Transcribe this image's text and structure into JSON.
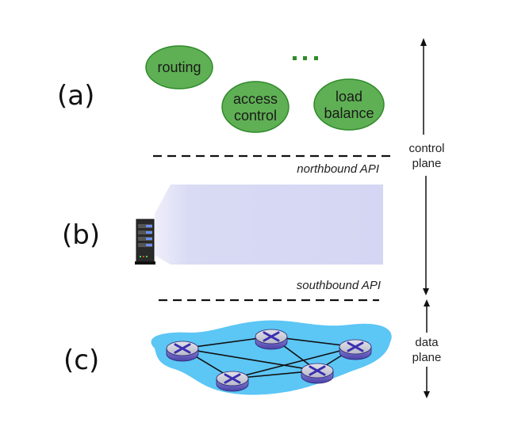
{
  "labels": {
    "a": "(a)",
    "b": "(b)",
    "c": "(c)"
  },
  "apps": [
    {
      "name": "routing",
      "lines": [
        "routing"
      ]
    },
    {
      "name": "access-control",
      "lines": [
        "access",
        "control"
      ]
    },
    {
      "name": "load-balance",
      "lines": [
        "load",
        "balance"
      ]
    }
  ],
  "ellipsis": "...",
  "northbound": "northbound API",
  "southbound": "southbound API",
  "control_plane": [
    "control",
    "plane"
  ],
  "data_plane": [
    "data",
    "plane"
  ],
  "colors": {
    "app_fill": "#5fb054",
    "app_stroke": "#2f8a2a",
    "controller_fill": "#d6d8f4",
    "network_fill": "#5cc6f5",
    "router_top": "#c8c8d4",
    "router_side": "#6a63c2",
    "router_x": "#3a2fb0"
  }
}
